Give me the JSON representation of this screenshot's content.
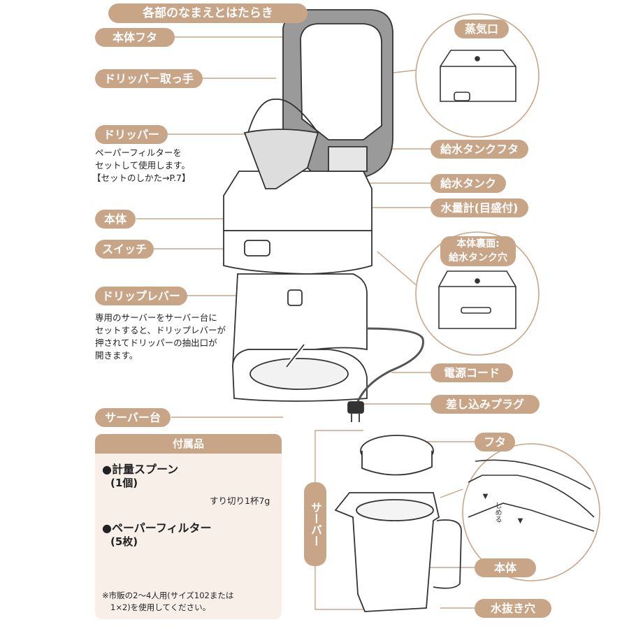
{
  "title": "各部のなまえとはたらき",
  "labels": {
    "lid": "本体フタ",
    "dripper_handle": "ドリッパー取っ手",
    "dripper": "ドリッパー",
    "body": "本体",
    "switch": "スイッチ",
    "drip_lever": "ドリップレバー",
    "server_stand": "サーバー台",
    "steam_vent": "蒸気口",
    "water_tank_lid": "給水タンクフタ",
    "water_tank": "給水タンク",
    "water_gauge": "水量計(目盛付)",
    "back_line1": "本体裏面:",
    "back_line2": "給水タンク穴",
    "power_cord": "電源コード",
    "plug": "差し込みプラグ",
    "server_lid": "フタ",
    "server_body": "本体",
    "drain_hole": "水抜き穴",
    "server": "サーバー"
  },
  "notes": {
    "dripper_1": "ペーパーフィルターを",
    "dripper_2": "セットして使用します。",
    "dripper_3": "【セットのしかた→P.7】",
    "lever_1": "専用のサーバーをサーバー台に",
    "lever_2": "セットすると、ドリップレバーが",
    "lever_3": "押されてドリッパーの抽出口が",
    "lever_4": "開きます。"
  },
  "accessories": {
    "heading": "付属品",
    "spoon_name": "●計量スプーン",
    "spoon_qty": "(1個)",
    "spoon_note": "すり切り1杯7g",
    "filter_name": "●ペーパーフィルター",
    "filter_qty": "(5枚)",
    "footnote_1": "※市販の2～4人用(サイズ102または",
    "footnote_2": "1×2)を使用してください。"
  },
  "lid_marks": {
    "left": "▼",
    "middle": "しめる",
    "right": "▼"
  },
  "colors": {
    "accent": "#c9a587",
    "panel": "#f8efe9",
    "line": "#333333",
    "dark_fill": "#8a8a8a"
  }
}
